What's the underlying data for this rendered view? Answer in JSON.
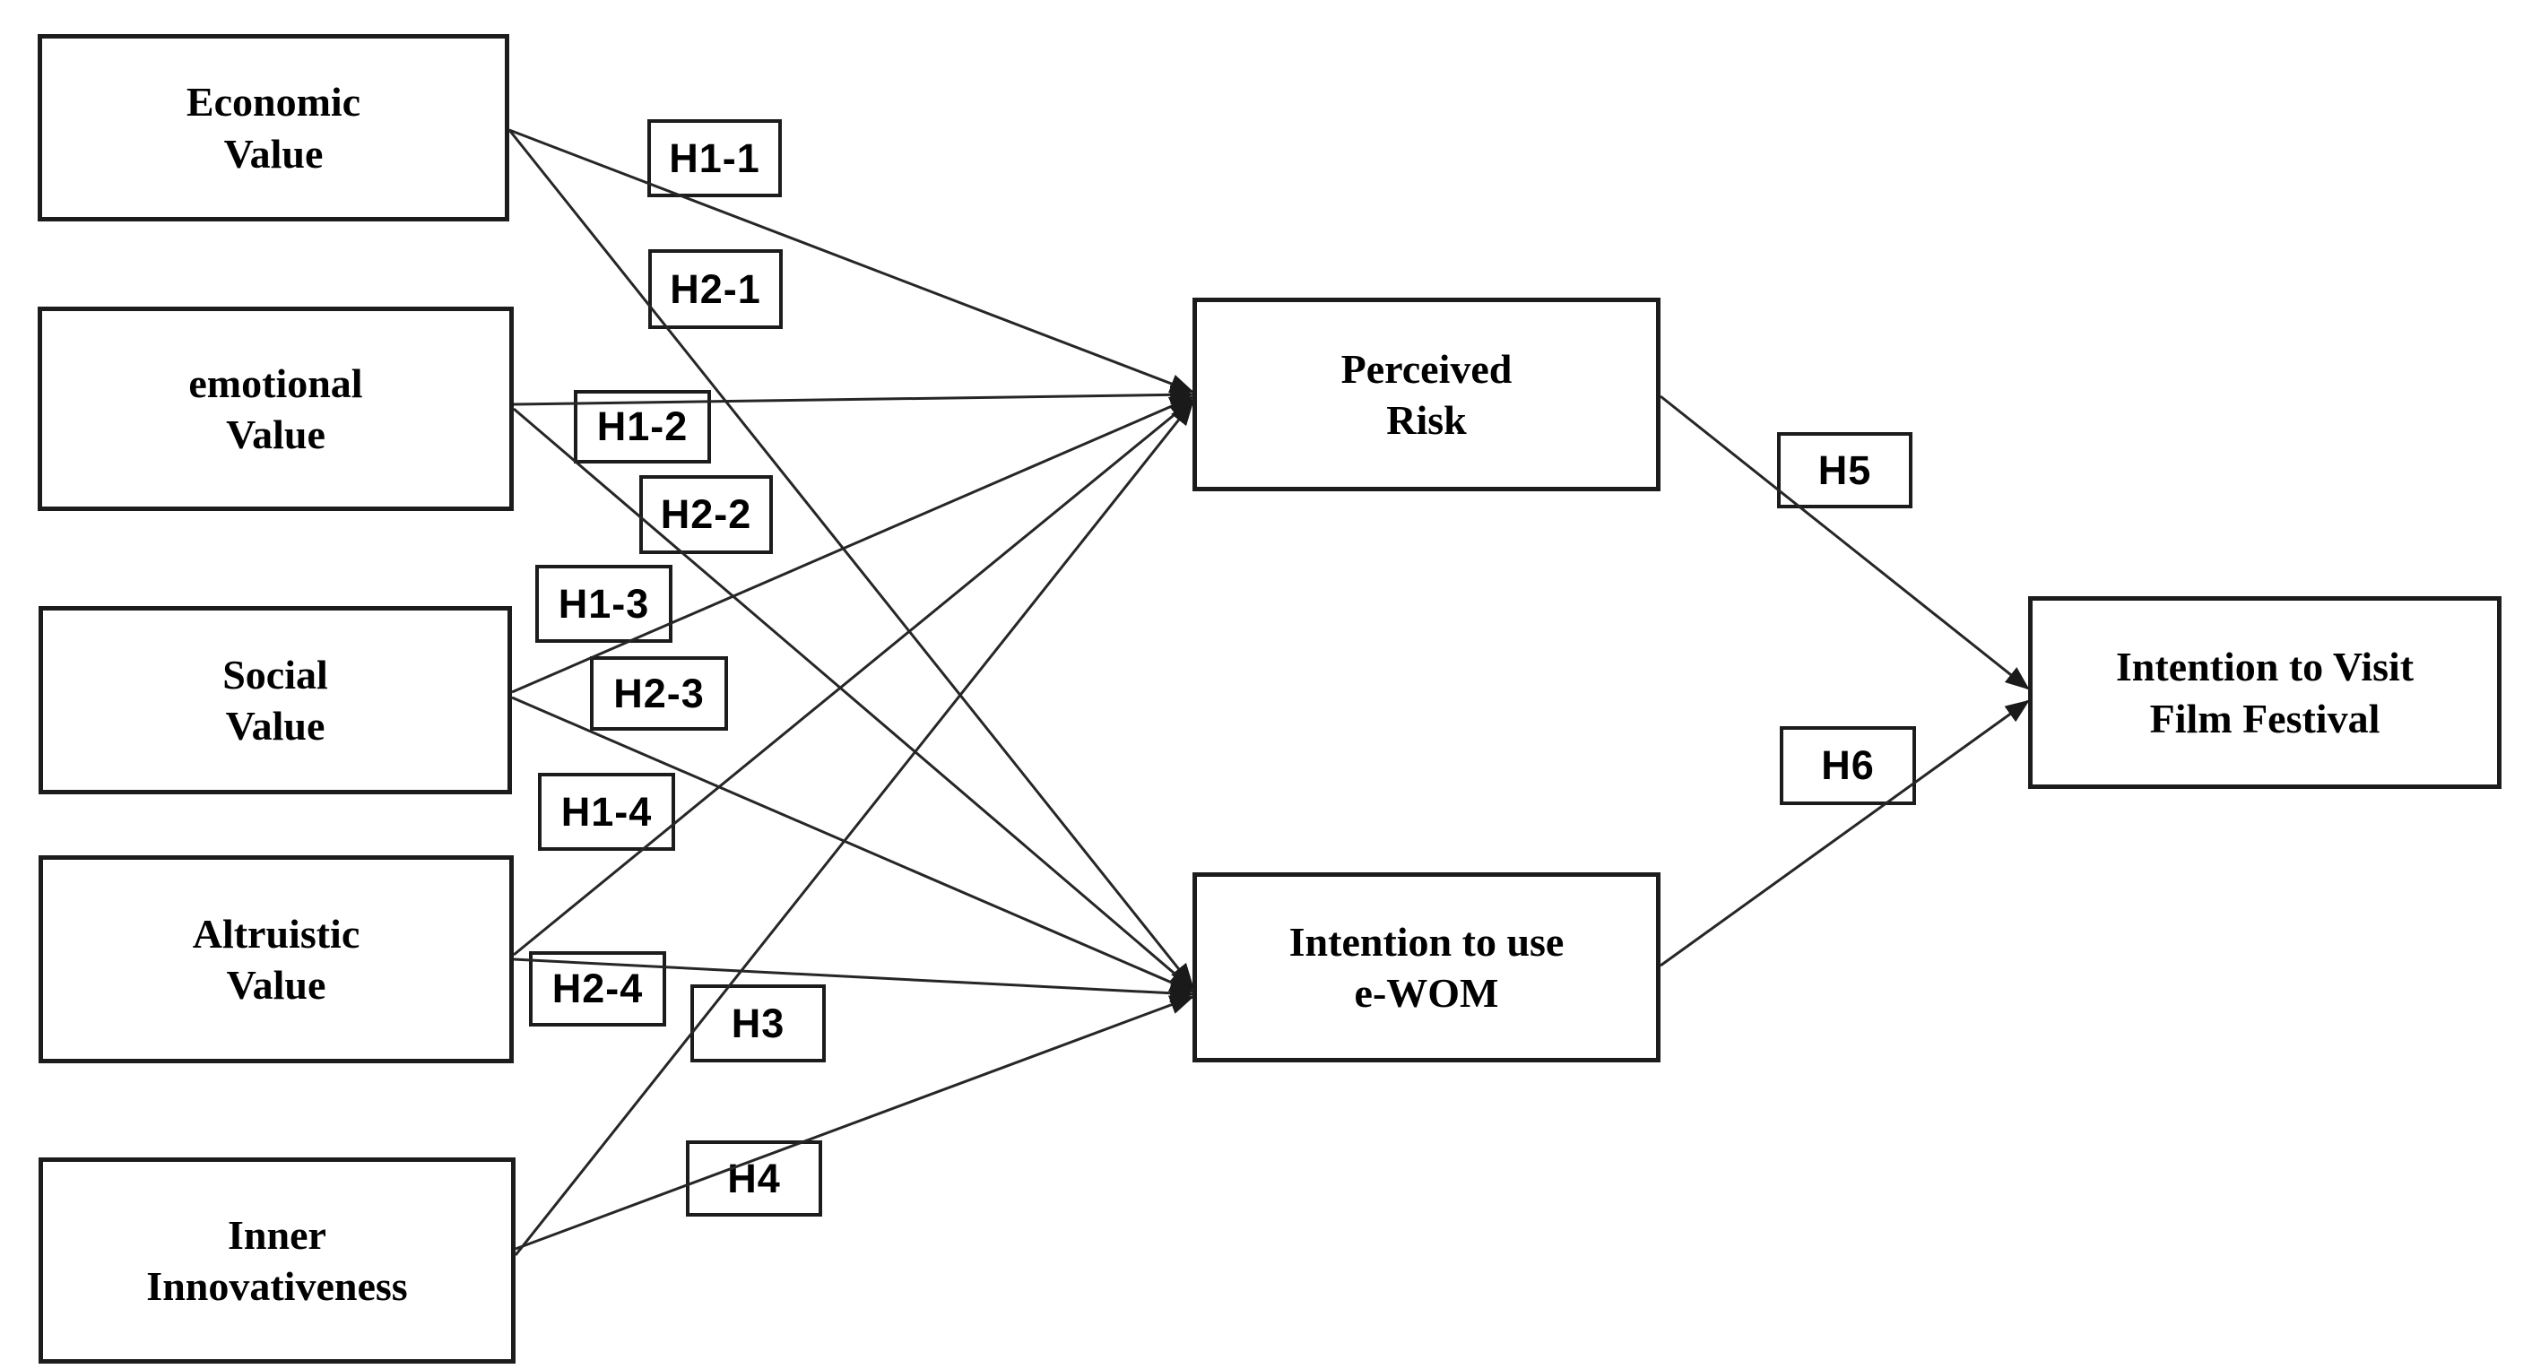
{
  "diagram": {
    "background_color": "#ffffff",
    "line_color": "#262626",
    "border_color": "#1c1c1c",
    "text_color": "#000000",
    "nodes": [
      {
        "id": "economic-value",
        "label": "Economic\nValue"
      },
      {
        "id": "emotional-value",
        "label": "emotional\nValue"
      },
      {
        "id": "social-value",
        "label": "Social\nValue"
      },
      {
        "id": "altruistic-value",
        "label": "Altruistic\nValue"
      },
      {
        "id": "inner-innovativeness",
        "label": "Inner\nInnovativeness"
      },
      {
        "id": "perceived-risk",
        "label": "Perceived\nRisk"
      },
      {
        "id": "intention-to-use-ewom",
        "label": "Intention to use\ne-WOM"
      },
      {
        "id": "intention-to-visit",
        "label": "Intention to Visit\nFilm Festival"
      }
    ],
    "hypotheses": [
      {
        "label": "H1-1",
        "from": "Economic Value",
        "to": "Perceived Risk"
      },
      {
        "label": "H2-1",
        "from": "Economic Value",
        "to": "Intention to use e-WOM"
      },
      {
        "label": "H1-2",
        "from": "emotional Value",
        "to": "Perceived Risk"
      },
      {
        "label": "H2-2",
        "from": "emotional Value",
        "to": "Intention to use e-WOM"
      },
      {
        "label": "H1-3",
        "from": "Social Value",
        "to": "Perceived Risk"
      },
      {
        "label": "H2-3",
        "from": "Social Value",
        "to": "Intention to use e-WOM"
      },
      {
        "label": "H1-4",
        "from": "Altruistic Value",
        "to": "Perceived Risk"
      },
      {
        "label": "H2-4",
        "from": "Altruistic Value",
        "to": "Intention to use e-WOM"
      },
      {
        "label": "H3",
        "from": "Inner Innovativeness",
        "to": "Perceived Risk"
      },
      {
        "label": "H4",
        "from": "Inner Innovativeness",
        "to": "Intention to use e-WOM"
      },
      {
        "label": "H5",
        "from": "Perceived Risk",
        "to": "Intention to Visit Film Festival"
      },
      {
        "label": "H6",
        "from": "Intention to use e-WOM",
        "to": "Intention to Visit Film Festival"
      }
    ]
  }
}
